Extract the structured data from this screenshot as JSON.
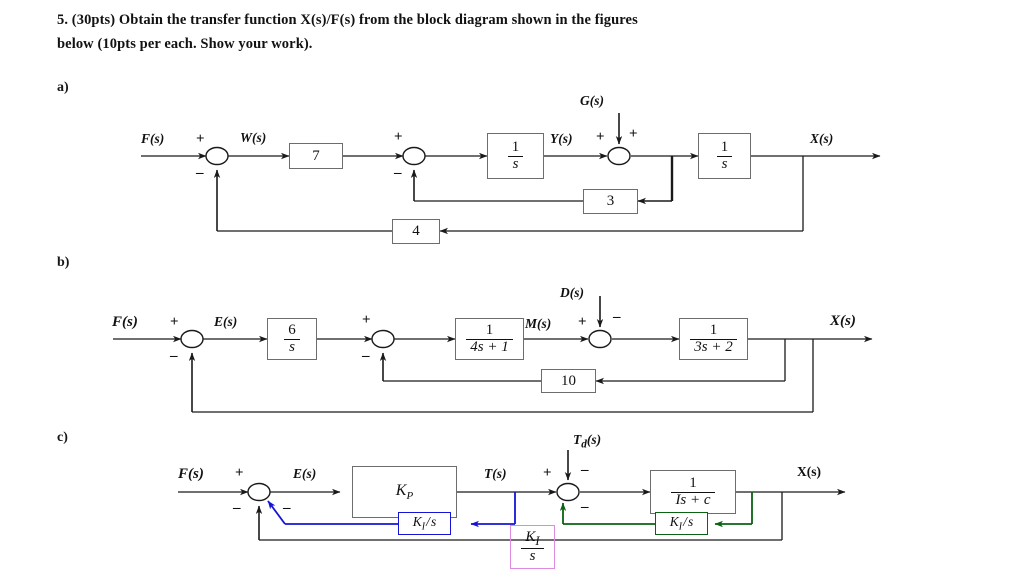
{
  "document": {
    "question_line1": "5. (30pts) Obtain the transfer function X(s)/F(s) from the block diagram shown in the figures",
    "question_line2": "below (10pts per each. Show your work).",
    "parts": [
      {
        "key": "a",
        "label": "a)"
      },
      {
        "key": "b",
        "label": "b)"
      },
      {
        "key": "c",
        "label": "c)"
      }
    ]
  },
  "colors": {
    "line": "#1a1a1a",
    "block_border": "#6d6d6d",
    "blue": "#1414d6",
    "green": "#0a6212",
    "pink": "#dd8ae0",
    "background": "#ffffff"
  },
  "diagram_a": {
    "signals": {
      "input": "F(s)",
      "after_sum1": "W(s)",
      "disturbance": "G(s)",
      "mid": "Y(s)",
      "output": "X(s)"
    },
    "signs": {
      "sum1_plus": "+",
      "sum1_minus": "–",
      "sum2_plus": "+",
      "sum2_minus": "–",
      "sum3_left_plus": "+",
      "sum3_top_plus": "+"
    },
    "blocks": [
      {
        "name": "gain-7",
        "text": "7"
      },
      {
        "name": "integrator-1",
        "numerator": "1",
        "denominator": "s"
      },
      {
        "name": "integrator-2",
        "numerator": "1",
        "denominator": "s"
      },
      {
        "name": "gain-3",
        "text": "3"
      },
      {
        "name": "gain-4",
        "text": "4"
      }
    ]
  },
  "diagram_b": {
    "signals": {
      "input": "F(s)",
      "error": "E(s)",
      "disturbance": "D(s)",
      "mid": "M(s)",
      "output": "X(s)"
    },
    "signs": {
      "sum1_plus": "+",
      "sum1_minus": "–",
      "sum2_plus": "+",
      "sum2_minus": "–",
      "sum3_plus": "+",
      "sum3_minus": "–"
    },
    "blocks": [
      {
        "name": "integral-gain",
        "numerator": "6",
        "denominator": "s"
      },
      {
        "name": "plant-1",
        "numerator": "1",
        "denominator": "4s + 1"
      },
      {
        "name": "plant-2",
        "numerator": "1",
        "denominator": "3s + 2"
      },
      {
        "name": "gain-10",
        "text": "10"
      }
    ]
  },
  "diagram_c": {
    "signals": {
      "input": "F(s)",
      "error": "E(s)",
      "torque": "T(s)",
      "disturbance": "Td(s)",
      "output": "X(s)"
    },
    "signs": {
      "sum1_plus": "+",
      "sum1_minus_left": "–",
      "sum1_minus_right": "–",
      "sum2_plus": "+",
      "sum2_minus_top": "–",
      "sum2_minus_bottom": "–"
    },
    "blocks": [
      {
        "name": "proportional-gain",
        "text": "Kp"
      },
      {
        "name": "plant",
        "numerator": "1",
        "denominator": "Is + c"
      },
      {
        "name": "integral-gain-blue",
        "text": "KI/s",
        "color": "#1414d6"
      },
      {
        "name": "integral-gain-green",
        "text": "KI/s",
        "color": "#0a6212"
      },
      {
        "name": "integral-gain-pink",
        "numerator": "KI",
        "denominator": "s",
        "color": "#dd8ae0"
      }
    ]
  }
}
